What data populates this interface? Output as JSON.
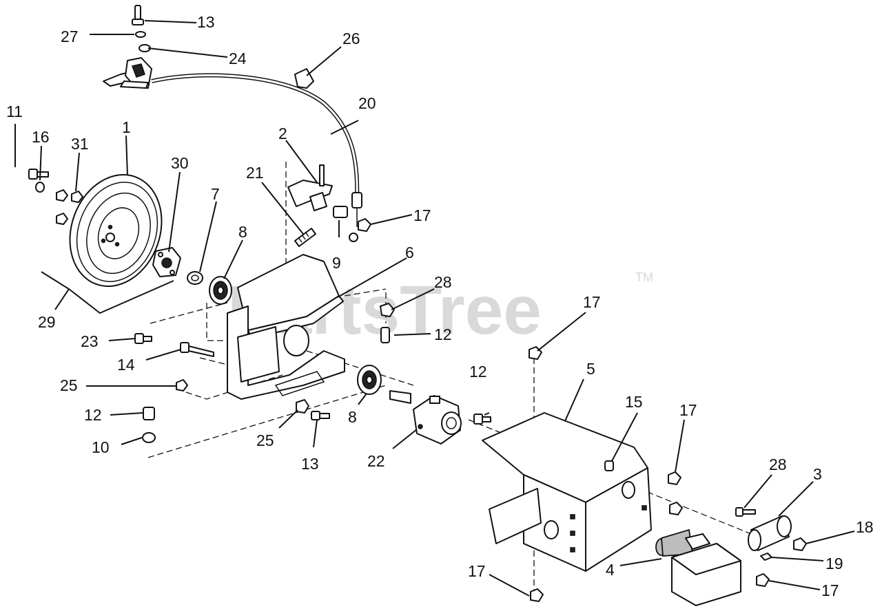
{
  "watermark": {
    "brand": "PartsTree",
    "trademark": "TM"
  },
  "callouts": [
    {
      "id": "c13a",
      "label": "13"
    },
    {
      "id": "c27",
      "label": "27"
    },
    {
      "id": "c24",
      "label": "24"
    },
    {
      "id": "c26",
      "label": "26"
    },
    {
      "id": "c20",
      "label": "20"
    },
    {
      "id": "c11",
      "label": "11"
    },
    {
      "id": "c16",
      "label": "16"
    },
    {
      "id": "c31",
      "label": "31"
    },
    {
      "id": "c1",
      "label": "1"
    },
    {
      "id": "c30",
      "label": "30"
    },
    {
      "id": "c7",
      "label": "7"
    },
    {
      "id": "c2",
      "label": "2"
    },
    {
      "id": "c21",
      "label": "21"
    },
    {
      "id": "c17a",
      "label": "17"
    },
    {
      "id": "c8a",
      "label": "8"
    },
    {
      "id": "c9",
      "label": "9"
    },
    {
      "id": "c6",
      "label": "6"
    },
    {
      "id": "c28a",
      "label": "28"
    },
    {
      "id": "c17b",
      "label": "17"
    },
    {
      "id": "c29",
      "label": "29"
    },
    {
      "id": "c12a",
      "label": "12"
    },
    {
      "id": "c23",
      "label": "23"
    },
    {
      "id": "c14",
      "label": "14"
    },
    {
      "id": "c25a",
      "label": "25"
    },
    {
      "id": "c12b",
      "label": "12"
    },
    {
      "id": "c5",
      "label": "5"
    },
    {
      "id": "c12c",
      "label": "12"
    },
    {
      "id": "c15",
      "label": "15"
    },
    {
      "id": "c17c",
      "label": "17"
    },
    {
      "id": "c8b",
      "label": "8"
    },
    {
      "id": "c25b",
      "label": "25"
    },
    {
      "id": "c10",
      "label": "10"
    },
    {
      "id": "c13b",
      "label": "13"
    },
    {
      "id": "c22",
      "label": "22"
    },
    {
      "id": "c28b",
      "label": "28"
    },
    {
      "id": "c3",
      "label": "3"
    },
    {
      "id": "c18",
      "label": "18"
    },
    {
      "id": "c19",
      "label": "19"
    },
    {
      "id": "c4",
      "label": "4"
    },
    {
      "id": "c17d",
      "label": "17"
    },
    {
      "id": "c17e",
      "label": "17"
    }
  ]
}
